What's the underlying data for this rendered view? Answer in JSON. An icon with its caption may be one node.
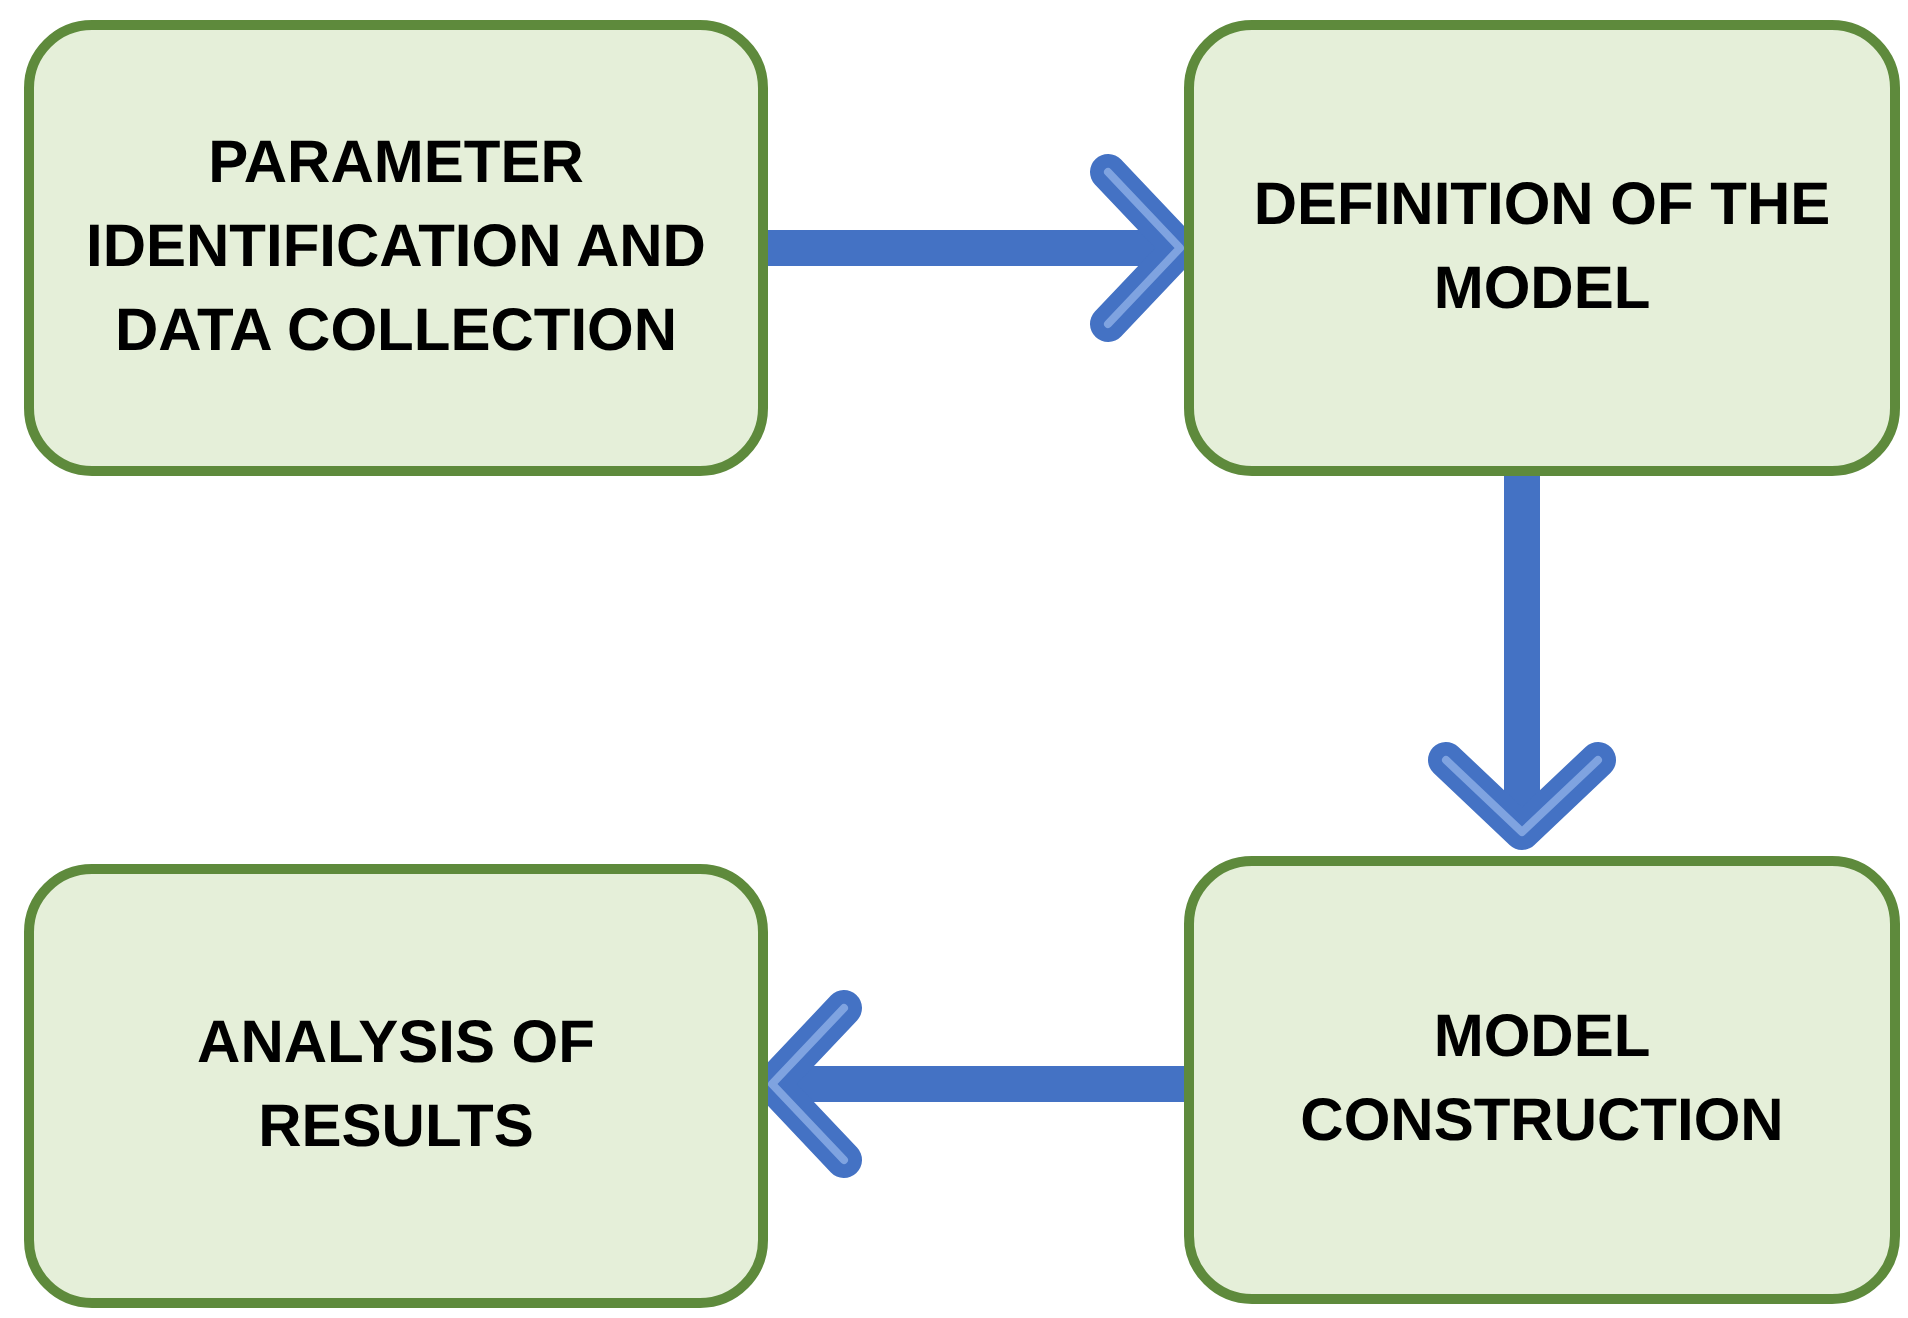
{
  "diagram": {
    "nodes": [
      {
        "text": [
          "PARAMETER IDENTIFICATION AND DATA COLLECTION"
        ]
      },
      {
        "text": [
          "DEFINITION OF THE MODEL"
        ]
      },
      {
        "text": [
          "MODEL CONSTRUCTION"
        ]
      },
      {
        "text": [
          "ANALYSIS OF RESULTS"
        ]
      }
    ],
    "edges": [
      {
        "from": 0,
        "to": 1,
        "arrow": "to"
      },
      {
        "from": 1,
        "to": 2,
        "arrow": "to"
      },
      {
        "from": 2,
        "to": 3,
        "arrow": "to"
      }
    ]
  }
}
